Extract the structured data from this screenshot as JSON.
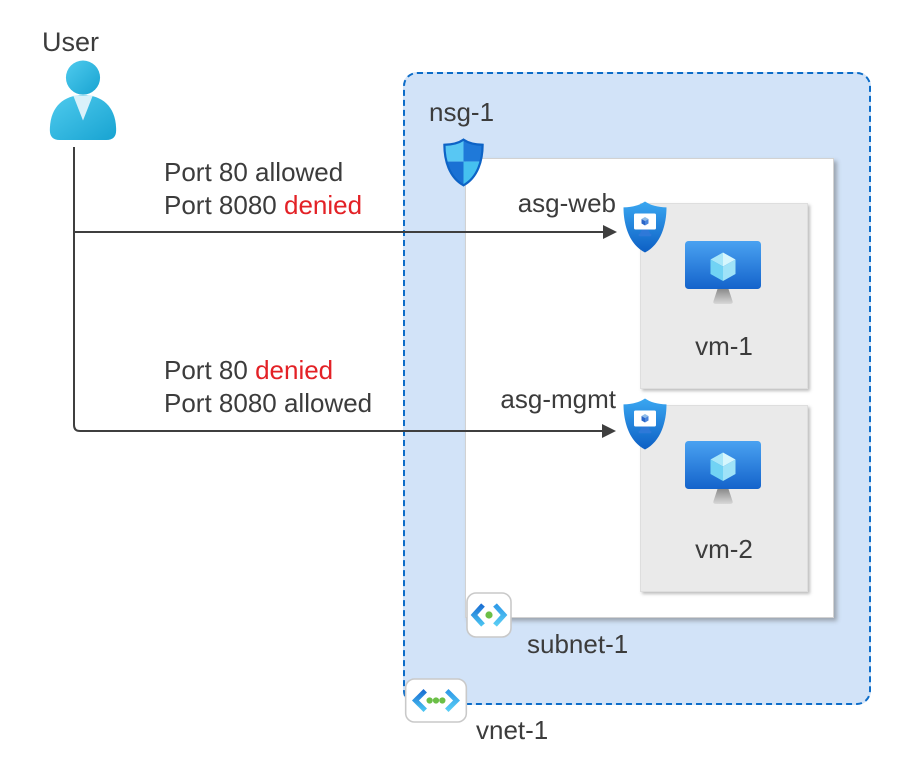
{
  "diagram": {
    "user_label": "User",
    "nsg_label": "nsg-1",
    "subnet_label": "subnet-1",
    "vnet_label": "vnet-1",
    "asg_web_label": "asg-web",
    "asg_mgmt_label": "asg-mgmt",
    "vm1_label": "vm-1",
    "vm2_label": "vm-2"
  },
  "flows": [
    {
      "lines": [
        {
          "prefix": "Port 80 allowed",
          "highlight": ""
        },
        {
          "prefix": "Port 8080 ",
          "highlight": "denied"
        }
      ]
    },
    {
      "lines": [
        {
          "prefix": "Port 80 ",
          "highlight": "denied"
        },
        {
          "prefix": "Port 8080 allowed",
          "highlight": ""
        }
      ]
    }
  ],
  "icons": {
    "user": "user-person-icon",
    "nsg": "network-security-group-shield-icon",
    "asg": "application-security-group-shield-icon",
    "vm": "virtual-machine-monitor-icon",
    "subnet": "subnet-code-brackets-icon",
    "vnet": "virtual-network-brackets-icon"
  },
  "colors": {
    "denied_text": "#e32126",
    "body_text": "#3c3c3c",
    "vnet_fill": "#d2e3f8",
    "vnet_border": "#0c6cc8",
    "arrow": "#3f3f3f",
    "vm_card_fill": "#eaeaea",
    "subnet_box_fill": "#ffffff"
  }
}
